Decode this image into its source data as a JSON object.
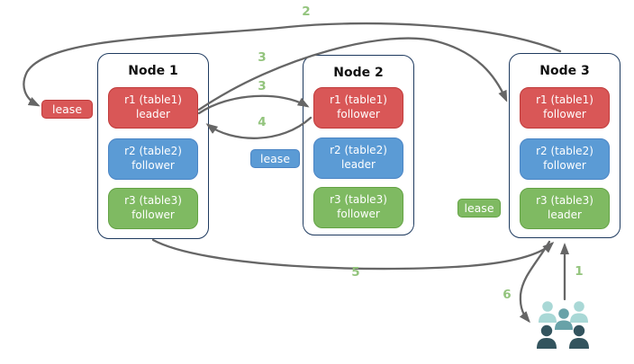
{
  "nodes": [
    {
      "title": "Node 1",
      "replicas": [
        {
          "label": "r1 (table1)",
          "role": "leader",
          "color": "#d95757"
        },
        {
          "label": "r2 (table2)",
          "role": "follower",
          "color": "#5b9bd5"
        },
        {
          "label": "r3 (table3)",
          "role": "follower",
          "color": "#7fba62"
        }
      ]
    },
    {
      "title": "Node 2",
      "replicas": [
        {
          "label": "r1 (table1)",
          "role": "follower",
          "color": "#d95757"
        },
        {
          "label": "r2 (table2)",
          "role": "leader",
          "color": "#5b9bd5"
        },
        {
          "label": "r3 (table3)",
          "role": "follower",
          "color": "#7fba62"
        }
      ]
    },
    {
      "title": "Node 3",
      "replicas": [
        {
          "label": "r1 (table1)",
          "role": "follower",
          "color": "#d95757"
        },
        {
          "label": "r2 (table2)",
          "role": "follower",
          "color": "#5b9bd5"
        },
        {
          "label": "r3 (table3)",
          "role": "leader",
          "color": "#7fba62"
        }
      ]
    }
  ],
  "leases": [
    {
      "label": "lease",
      "color": "#d95757"
    },
    {
      "label": "lease",
      "color": "#5b9bd5"
    },
    {
      "label": "lease",
      "color": "#7fba62"
    }
  ],
  "steps": [
    "1",
    "2",
    "3",
    "3",
    "4",
    "5",
    "6"
  ],
  "arrows": [
    {
      "step": "1",
      "from": "clients",
      "to": "Node 3 (bottom)"
    },
    {
      "step": "2",
      "from": "Node 3 (top)",
      "to": "red lease badge near Node 1"
    },
    {
      "step": "3",
      "from": "Node 1 r1 leader",
      "to": "Node 2 r1 follower"
    },
    {
      "step": "3",
      "from": "Node 1 r1 leader",
      "to": "Node 3 r1 follower"
    },
    {
      "step": "4",
      "from": "Node 2 r1 follower",
      "to": "Node 1 r1 leader"
    },
    {
      "step": "5",
      "from": "Node 1 (bottom)",
      "to": "Node 3 (bottom)"
    },
    {
      "step": "6",
      "from": "Node 3 (bottom)",
      "to": "clients"
    }
  ],
  "icons": {
    "clients": "people-group-icon"
  },
  "colors": {
    "replica_red": "#d95757",
    "replica_blue": "#5b9bd5",
    "replica_green": "#7fba62",
    "node_border": "#1e3a5f",
    "arrow_gray": "#666666",
    "step_label_green": "#93c47d",
    "clients_light_teal": "#a9d8d6",
    "clients_mid_teal": "#68a2a8",
    "clients_dark_teal": "#33545e"
  }
}
